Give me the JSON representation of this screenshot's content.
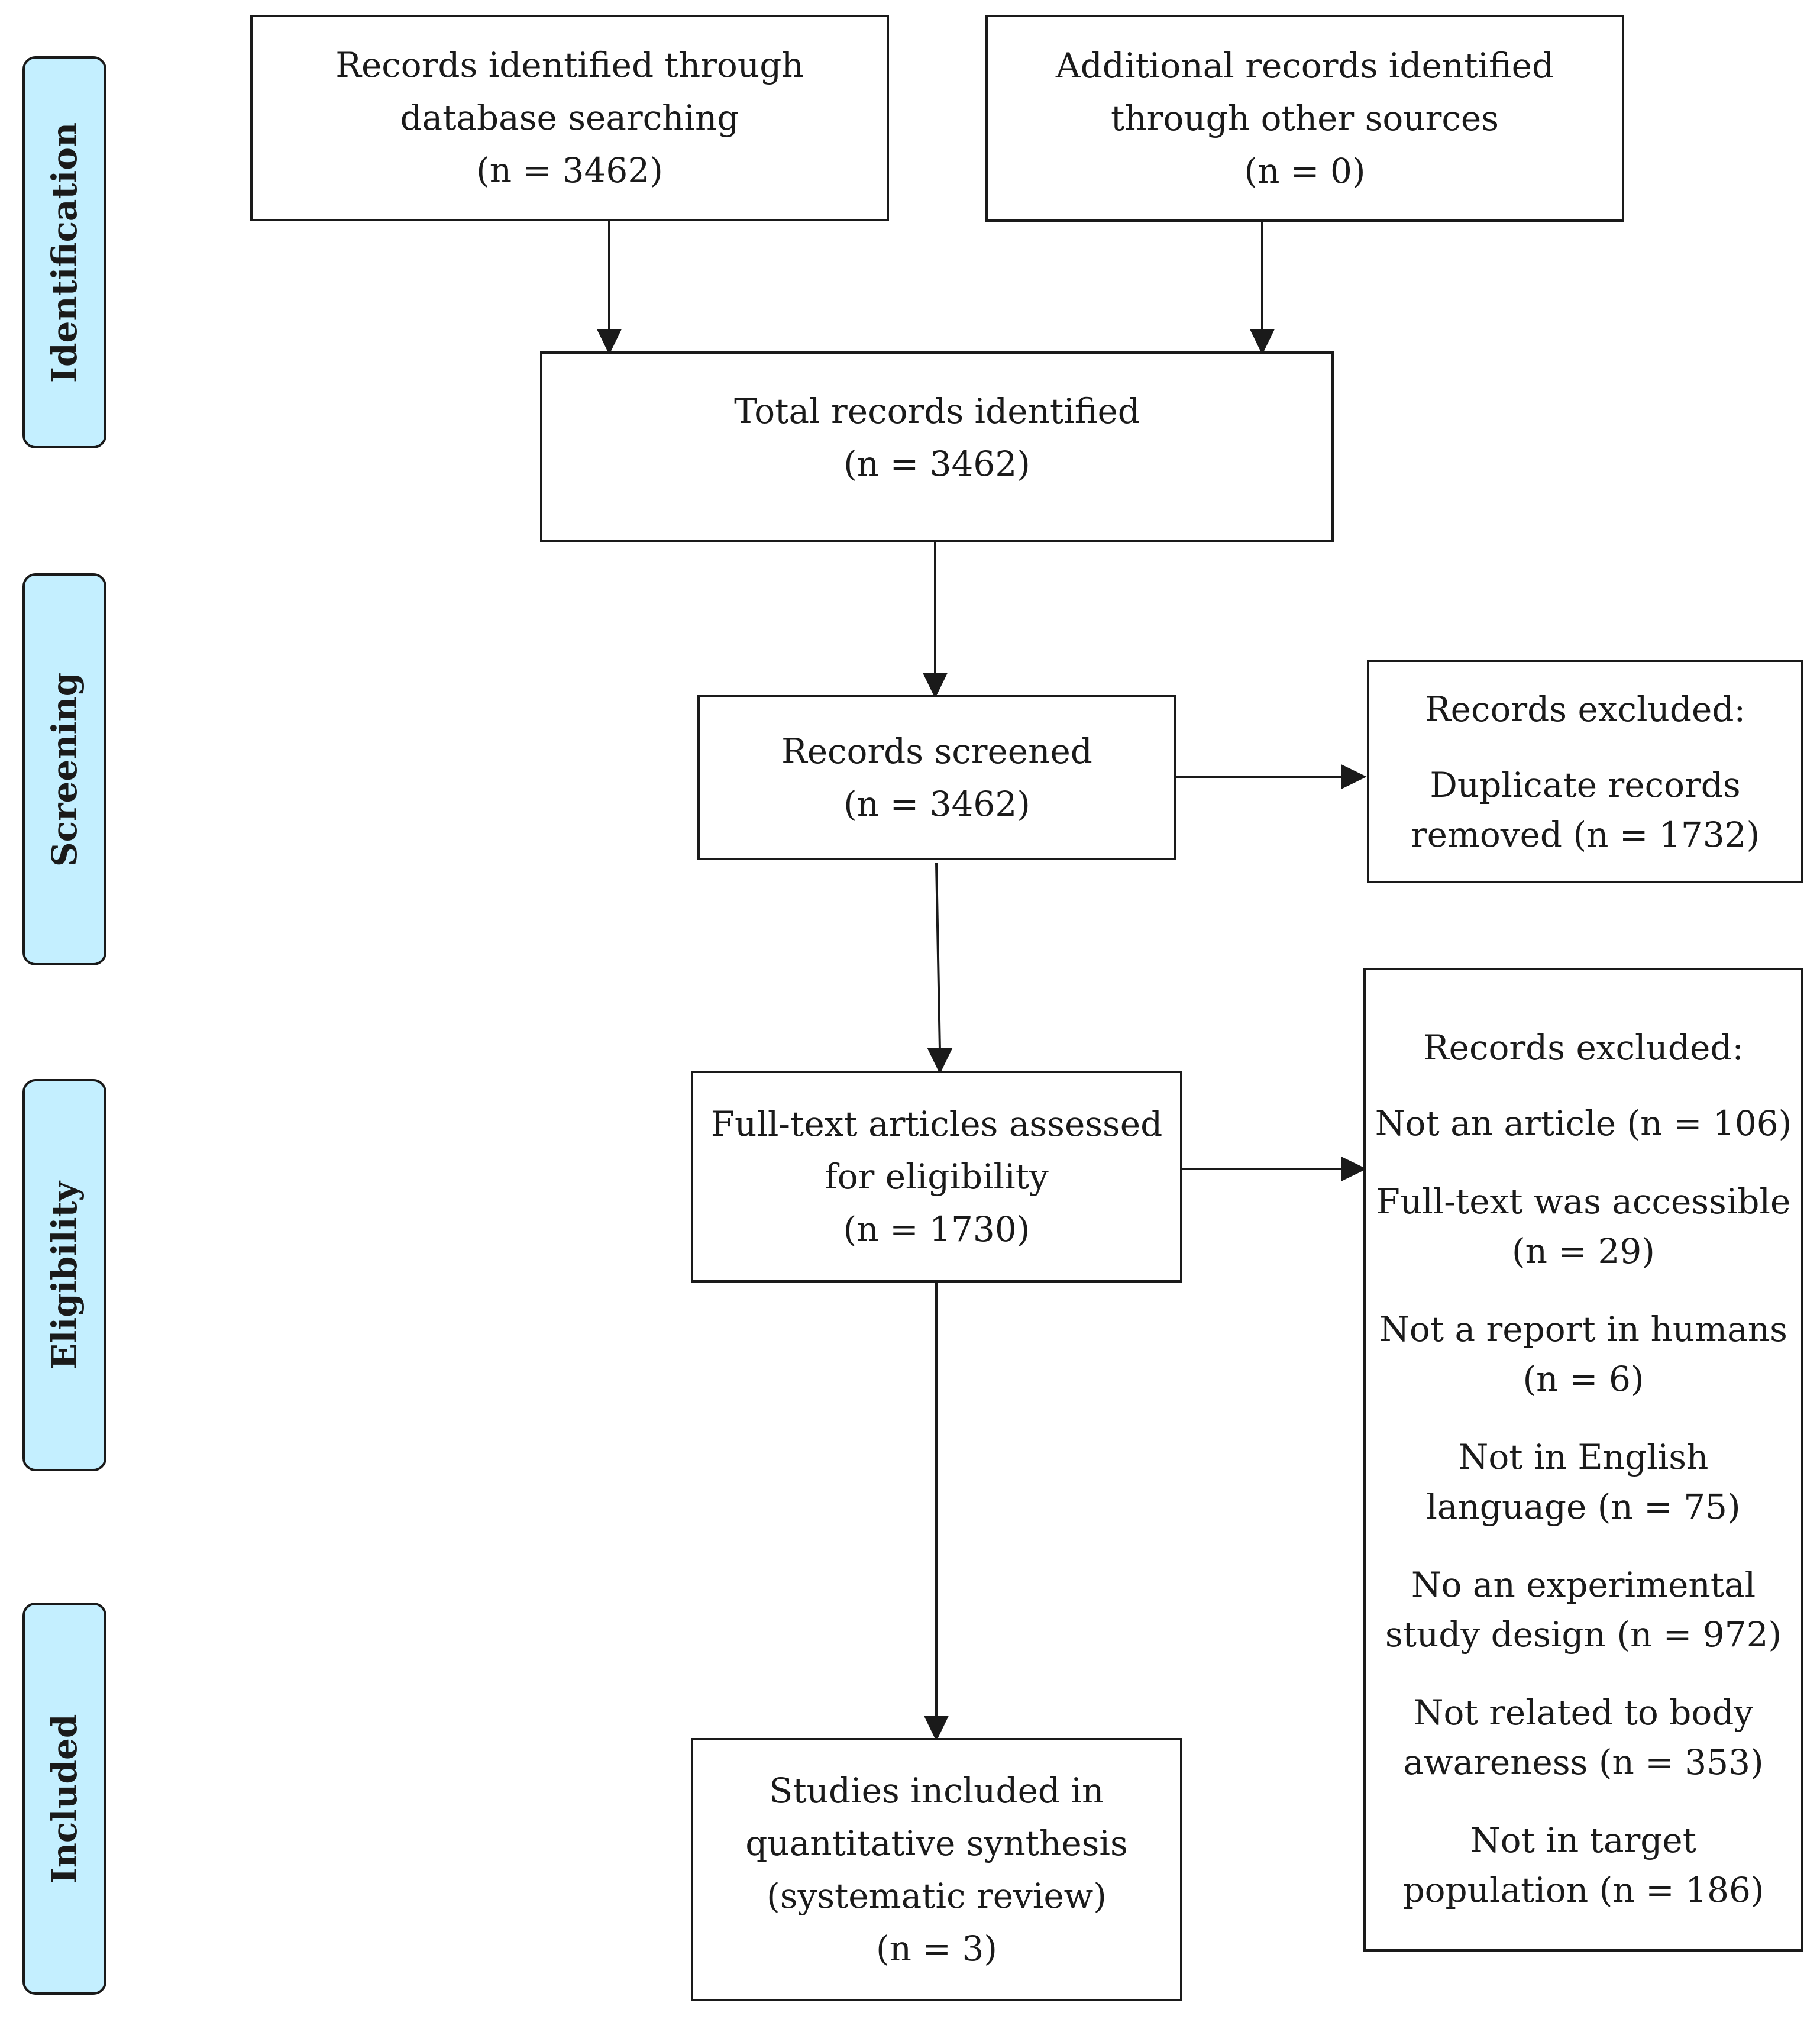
{
  "phases": {
    "identification": "Identification",
    "screening": "Screening",
    "eligibility": "Eligibility",
    "included": "Included"
  },
  "boxes": {
    "database": {
      "line1": "Records identified through",
      "line2": "database searching",
      "line3": "(n = 3462)"
    },
    "other": {
      "line1": "Additional records identified",
      "line2": "through other sources",
      "line3": "(n = 0)"
    },
    "total": {
      "line1": "Total records identified",
      "line2": "(n = 3462)"
    },
    "screened": {
      "line1": "Records screened",
      "line2": "(n = 3462)"
    },
    "fulltext": {
      "line1": "Full-text articles assessed",
      "line2": "for eligibility",
      "line3": "(n = 1730)"
    },
    "included": {
      "line1": "Studies included in",
      "line2": "quantitative synthesis",
      "line3": "(systematic review)",
      "line4": "(n = 3)"
    }
  },
  "excluded_screening": {
    "title": "Records excluded:",
    "item1_line1": "Duplicate records",
    "item1_line2": "removed (n = 1732)"
  },
  "excluded_eligibility": {
    "title": "Records excluded:",
    "items": [
      {
        "line1": "Not an article (n = 106)"
      },
      {
        "line1": "Full-text was accessible",
        "line2": "(n = 29)"
      },
      {
        "line1": "Not a report in humans",
        "line2": "(n = 6)"
      },
      {
        "line1": "Not in English",
        "line2": "language (n = 75)"
      },
      {
        "line1": "No an experimental",
        "line2": "study design (n = 972)"
      },
      {
        "line1": "Not related to body",
        "line2": "awareness (n = 353)"
      },
      {
        "line1": "Not in target",
        "line2": "population (n = 186)"
      }
    ]
  }
}
